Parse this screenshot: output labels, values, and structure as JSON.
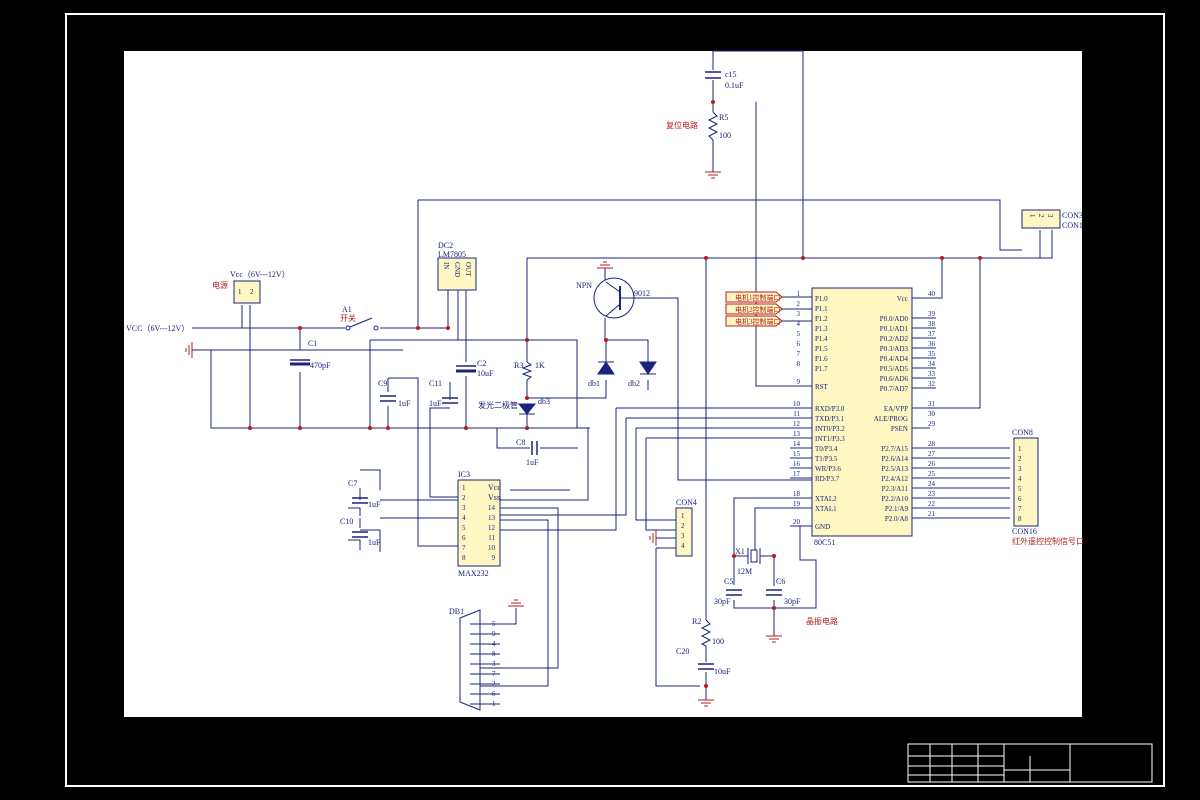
{
  "reset_circuit": {
    "label": "复位电路",
    "c15": "c15",
    "c15_value": "0.1uF",
    "r5": "R5",
    "r5_value": "100"
  },
  "power": {
    "vcc_label": "Vcc（6V---12V）",
    "vcc_input": "VCC（6V---12V）",
    "source": "电源",
    "switch": "A1",
    "switch_label": "开关",
    "c1": "C1",
    "c1_value": "470pF",
    "regulator": "DC2",
    "regulator_model": "LM7805",
    "reg_pins": [
      "IN",
      "GND",
      "OUT"
    ],
    "c2": "C2",
    "c2_value": "10uF"
  },
  "led": {
    "r3": "R3",
    "r3_value": "1K",
    "name": "发光二极管",
    "ref": "db3"
  },
  "transistor": {
    "type": "NPN",
    "model": "9012"
  },
  "diodes": {
    "db1": "db1",
    "db2": "db2"
  },
  "motor_labels": [
    "电机1控制端口",
    "电机2控制端口",
    "电机3控制端口"
  ],
  "mcu": {
    "name": "80C51",
    "left_pins": [
      {
        "num": "1",
        "label": "P1.0"
      },
      {
        "num": "2",
        "label": "P1.1"
      },
      {
        "num": "3",
        "label": "P1.2"
      },
      {
        "num": "4",
        "label": "P1.3"
      },
      {
        "num": "5",
        "label": "P1.4"
      },
      {
        "num": "6",
        "label": "P1.5"
      },
      {
        "num": "7",
        "label": "P1.6"
      },
      {
        "num": "8",
        "label": "P1.7"
      },
      {
        "num": "9",
        "label": "RST"
      },
      {
        "num": "10",
        "label": "RXD/P3.0"
      },
      {
        "num": "11",
        "label": "TXD/P3.1"
      },
      {
        "num": "12",
        "label": "INT0/P3.2"
      },
      {
        "num": "13",
        "label": "INT1/P3.3"
      },
      {
        "num": "14",
        "label": "T0/P3.4"
      },
      {
        "num": "15",
        "label": "T1/P3.5"
      },
      {
        "num": "16",
        "label": "WR/P3.6"
      },
      {
        "num": "17",
        "label": "RD/P3.7"
      },
      {
        "num": "18",
        "label": "XTAL2"
      },
      {
        "num": "19",
        "label": "XTAL1"
      },
      {
        "num": "20",
        "label": "GND"
      }
    ],
    "right_pins": [
      {
        "num": "40",
        "label": "Vcc"
      },
      {
        "num": "39",
        "label": "P0.0/AD0"
      },
      {
        "num": "38",
        "label": "P0.1/AD1"
      },
      {
        "num": "37",
        "label": "P0.2/AD2"
      },
      {
        "num": "36",
        "label": "P0.3/AD3"
      },
      {
        "num": "35",
        "label": "P0.4/AD4"
      },
      {
        "num": "34",
        "label": "P0.5/AD5"
      },
      {
        "num": "33",
        "label": "P0.6/AD6"
      },
      {
        "num": "32",
        "label": "P0.7/AD7"
      },
      {
        "num": "31",
        "label": "EA/VPP"
      },
      {
        "num": "30",
        "label": "ALE/PROG"
      },
      {
        "num": "29",
        "label": "PSEN"
      },
      {
        "num": "28",
        "label": "P2.7/A15"
      },
      {
        "num": "27",
        "label": "P2.6/A14"
      },
      {
        "num": "26",
        "label": "P2.5/A13"
      },
      {
        "num": "25",
        "label": "P2.4/A12"
      },
      {
        "num": "24",
        "label": "P2.3/A11"
      },
      {
        "num": "23",
        "label": "P2.2/A10"
      },
      {
        "num": "22",
        "label": "P2.1/A9"
      },
      {
        "num": "21",
        "label": "P2.0/A8"
      }
    ]
  },
  "max232": {
    "ref": "IC3",
    "name": "MAX232",
    "left_nums": [
      "1",
      "2",
      "3",
      "4",
      "5",
      "6",
      "7",
      "8"
    ],
    "right_nums": [
      "",
      "",
      "14",
      "13",
      "12",
      "11",
      "10",
      "9"
    ],
    "vcc": "Vcc",
    "vss": "Vss",
    "c7": "C7",
    "c10": "C10",
    "c9": "C9",
    "c11": "C11",
    "c8": "C8",
    "cap_value": "1uF"
  },
  "db9": {
    "ref": "DB1",
    "pins": [
      "5",
      "9",
      "4",
      "8",
      "3",
      "7",
      "2",
      "6",
      "1"
    ]
  },
  "con4": {
    "ref": "CON4",
    "pins": [
      "1",
      "2",
      "3",
      "4"
    ]
  },
  "con3": {
    "ref": "CON3",
    "ref2": "CON1",
    "pins": [
      "1",
      "2",
      "3"
    ]
  },
  "con8": {
    "ref": "CON8",
    "pins": [
      "1",
      "2",
      "3",
      "4",
      "5",
      "6",
      "7",
      "8"
    ],
    "ref2": "CON16",
    "label": "红外遥控控制信号口"
  },
  "crystal": {
    "x1": "X1",
    "freq": "12M",
    "c5": "C5",
    "c6": "C6",
    "cap_value": "30pF",
    "label": "晶振电路"
  },
  "reset2": {
    "r2": "R2",
    "r2_value": "100",
    "c20": "C20",
    "c20_value": "10uF"
  }
}
